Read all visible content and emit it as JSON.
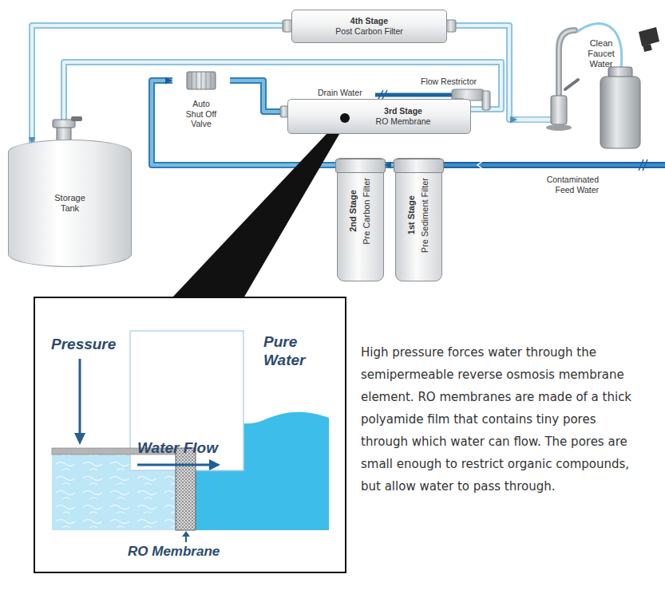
{
  "diagram": {
    "nodes": [
      {
        "text": [
          "4th Stage",
          "Post Carbon Filter"
        ]
      },
      {
        "text": [
          "Clean Faucet Water"
        ]
      },
      {
        "text": [
          "Auto Shut Off Valve"
        ]
      },
      {
        "text": [
          "3rd Stage",
          "RO Membrane"
        ]
      },
      {
        "text": [
          "Storage Tank"
        ]
      },
      {
        "text": [
          "2nd Stage",
          "Pre Carbon Filter"
        ]
      },
      {
        "text": [
          "1st Stage",
          "Pre Sediment Filter"
        ]
      }
    ],
    "edges": [
      {
        "from": 6,
        "to": 5,
        "arrow": "to"
      },
      {
        "from": 5,
        "to": 2,
        "arrow": "to"
      },
      {
        "from": 2,
        "to": 3,
        "arrow": "to"
      },
      {
        "from": 3,
        "to": 4,
        "arrow": "to"
      },
      {
        "from": 4,
        "to": 0,
        "arrow": "both"
      },
      {
        "from": 0,
        "to": 1,
        "arrow": "to"
      }
    ],
    "labels": [
      "Drain Water",
      "Flow Restrictor",
      "Contaminated Feed Water",
      "Pressure",
      "Water Flow",
      "Pure Water",
      "RO Membrane",
      "High pressure forces water through the semipermeable reverse osmosis membrane element. RO membranes are made of a thick polyamide film that contains tiny pores through which water can flow. The pores are small enough to restrict organic compounds, but allow water to pass through."
    ]
  }
}
